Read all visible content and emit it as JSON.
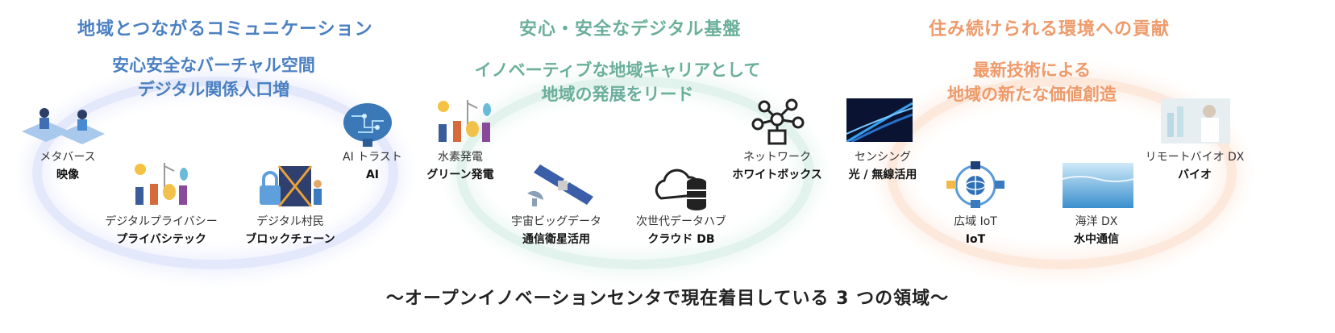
{
  "sections": [
    {
      "title": "地域とつながるコミュニケーション",
      "subtitle_line1": "安心安全なバーチャル空間",
      "subtitle_line2": "デジタル関係人口増",
      "color": "#4a7fc1",
      "items": [
        {
          "label": "メタバース",
          "tech": "映像",
          "icon": "vr-users-icon"
        },
        {
          "label": "AI トラスト",
          "tech": "AI",
          "icon": "ai-brain-icon"
        },
        {
          "label": "デジタルプライバシー",
          "tech": "プライバシテック",
          "icon": "people-energy-icon"
        },
        {
          "label": "デジタル村民",
          "tech": "ブロックチェーン",
          "icon": "blockchain-lock-icon"
        }
      ]
    },
    {
      "title": "安心・安全なデジタル基盤",
      "subtitle_line1": "イノベーティブな地域キャリアとして",
      "subtitle_line2": "地域の発展をリード",
      "color": "#6aaf9a",
      "items": [
        {
          "label": "水素発電",
          "tech": "グリーン発電",
          "icon": "hydrogen-power-icon"
        },
        {
          "label": "ネットワーク",
          "tech": "ホワイトボックス",
          "icon": "network-node-icon"
        },
        {
          "label": "宇宙ビッグデータ",
          "tech": "通信衛星活用",
          "icon": "satellite-icon"
        },
        {
          "label": "次世代データハブ",
          "tech": "クラウド DB",
          "icon": "cloud-database-icon"
        }
      ]
    },
    {
      "title": "住み続けられる環境への貢献",
      "subtitle_line1": "最新技術による",
      "subtitle_line2": "地域の新たな価値創造",
      "color": "#ee9a6a",
      "items": [
        {
          "label": "センシング",
          "tech": "光 / 無線活用",
          "icon": "fiber-optic-icon"
        },
        {
          "label": "リモートバイオ DX",
          "tech": "バイオ",
          "icon": "bio-lab-icon"
        },
        {
          "label": "広域 IoT",
          "tech": "IoT",
          "icon": "iot-globe-icon"
        },
        {
          "label": "海洋 DX",
          "tech": "水中通信",
          "icon": "ocean-icon"
        }
      ]
    }
  ],
  "footer": "〜オープンイノベーションセンタで現在着目している 3 つの領域〜"
}
